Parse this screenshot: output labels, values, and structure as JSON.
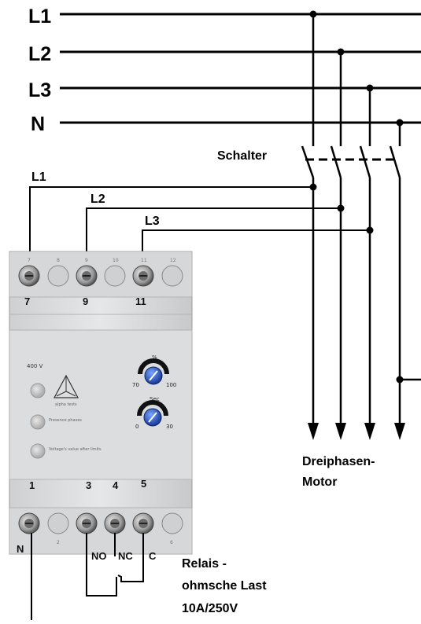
{
  "bus_lines": {
    "l1": "L1",
    "l2": "L2",
    "l3": "L3",
    "n": "N"
  },
  "switch_label": "Schalter",
  "wire_labels": {
    "l1": "L1",
    "l2": "L2",
    "l3": "L3"
  },
  "relay_module": {
    "top_terminal_numbers": [
      "7",
      "8",
      "9",
      "10",
      "11",
      "12"
    ],
    "top_terminal_labels": {
      "t7": "7",
      "t9": "9",
      "t11": "11"
    },
    "bottom_terminal_numbers": [
      "1",
      "2",
      "3",
      "4",
      "5",
      "6"
    ],
    "bottom_terminal_labels": {
      "t1": "1",
      "t3": "3",
      "t4": "4",
      "t5": "5"
    },
    "voltage": "400 V",
    "dial_percent": {
      "unit": "%",
      "min": "70",
      "max": "100"
    },
    "dial_delay": {
      "unit": "Sec",
      "min": "0",
      "max": "30"
    },
    "led_labels": [
      "",
      "Presence phases",
      "Voltage's value after limits"
    ],
    "brand_mark": "alpha tests"
  },
  "contact_labels": {
    "no": "NO",
    "nc": "NC",
    "c": "C"
  },
  "neutral_label": "N",
  "motor_label": {
    "line1": "Dreiphasen-",
    "line2": "Motor"
  },
  "load_label": {
    "line1": "Relais -",
    "line2": "ohmsche Last",
    "line3": "10A/250V"
  }
}
